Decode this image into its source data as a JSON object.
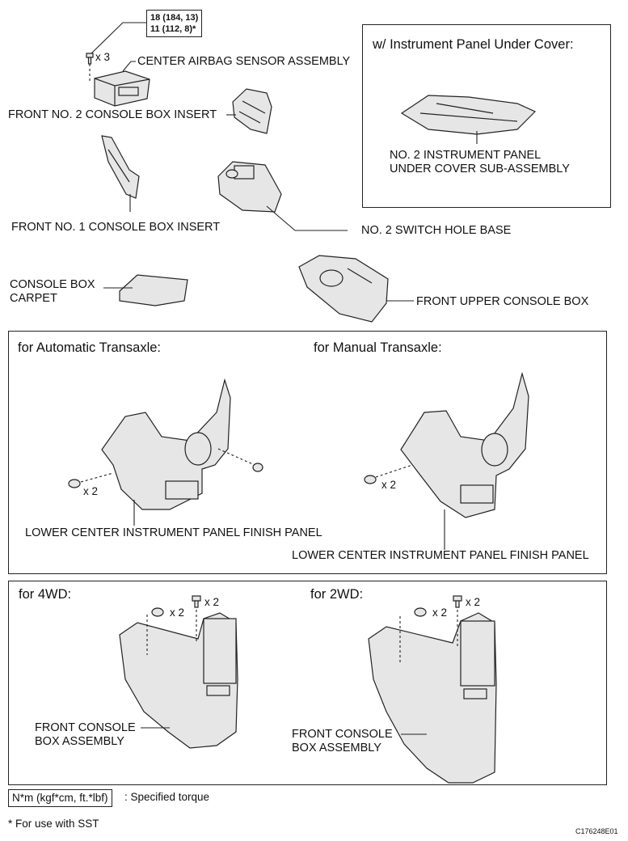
{
  "torque": {
    "line1": "18 (184, 13)",
    "line2": "11 (112, 8)*"
  },
  "labels": {
    "x3": "x 3",
    "center_airbag": "CENTER AIRBAG SENSOR ASSEMBLY",
    "front_no2_insert": "FRONT NO. 2 CONSOLE BOX INSERT",
    "front_no1_insert": "FRONT NO. 1 CONSOLE BOX INSERT",
    "no2_switch_hole": "NO. 2 SWITCH HOLE BASE",
    "console_carpet": "CONSOLE BOX\nCARPET",
    "front_upper_console": "FRONT UPPER CONSOLE BOX"
  },
  "under_cover": {
    "title": "w/ Instrument Panel Under Cover:",
    "label": "NO. 2 INSTRUMENT PANEL\nUNDER COVER SUB-ASSEMBLY"
  },
  "transaxle": {
    "auto_title": "for Automatic Transaxle:",
    "manual_title": "for Manual Transaxle:",
    "auto_count": "x 2",
    "manual_count": "x 2",
    "auto_label": "LOWER CENTER INSTRUMENT PANEL FINISH PANEL",
    "manual_label": "LOWER CENTER INSTRUMENT PANEL FINISH PANEL"
  },
  "drive": {
    "fwd_title": "for 4WD:",
    "twd_title": "for 2WD:",
    "fwd_x2a": "x 2",
    "fwd_x2b": "x 2",
    "twd_x2a": "x 2",
    "twd_x2b": "x 2",
    "fwd_label": "FRONT CONSOLE\nBOX ASSEMBLY",
    "twd_label": "FRONT CONSOLE\nBOX ASSEMBLY"
  },
  "legend": {
    "symbol": "N*m (kgf*cm, ft.*lbf)",
    "text": ": Specified torque"
  },
  "footnote": "* For use with SST",
  "ref_code": "C176248E01"
}
